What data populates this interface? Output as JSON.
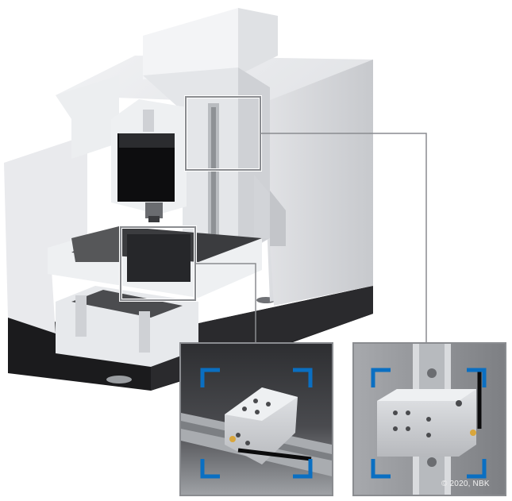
{
  "copyright": "© 2020, NBK",
  "colors": {
    "machine_body": "#e6e7ea",
    "machine_shadow": "#c9cbd0",
    "base_dark": "#1b1b1d",
    "callout_frame": "#8a8c90",
    "callout_bracket": "#0a6fc2",
    "inset_background": "#3a3b3e"
  },
  "callouts": [
    {
      "name": "upper-column-rail",
      "inset": "vertical-guide-rail-detail"
    },
    {
      "name": "table-rail",
      "inset": "horizontal-guide-rail-detail"
    }
  ]
}
